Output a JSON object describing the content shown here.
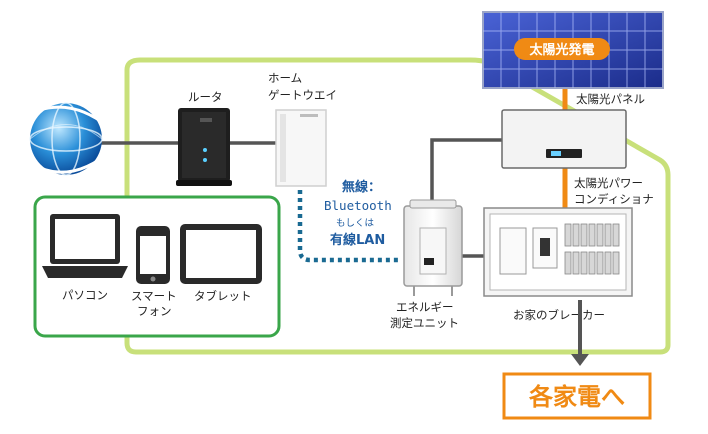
{
  "labels": {
    "solar_badge": "太陽光発電",
    "solar_panel": "太陽光パネル",
    "router": "ルータ",
    "gateway_line1": "ホーム",
    "gateway_line2": "ゲートウエイ",
    "wireless_line1": "無線：",
    "wireless_line2": "Bluetooth",
    "wireless_line3": "もしくは",
    "wireless_line4": "有線LAN",
    "pcs_line1": "太陽光パワー",
    "pcs_line2": "コンディショナ",
    "pc": "パソコン",
    "smartphone_line1": "スマート",
    "smartphone_line2": "フォン",
    "tablet": "タブレット",
    "meter_line1": "エネルギー",
    "meter_line2": "測定ユニット",
    "breaker": "お家のブレーカー",
    "appliances": "各家電へ"
  },
  "colors": {
    "house_outline": "#c8e07a",
    "device_box": "#3aa64a",
    "orange": "#f08a14",
    "cable": "#555555",
    "lan_dots": "#1a6a92",
    "panel_blue": "#2a3fa8"
  }
}
